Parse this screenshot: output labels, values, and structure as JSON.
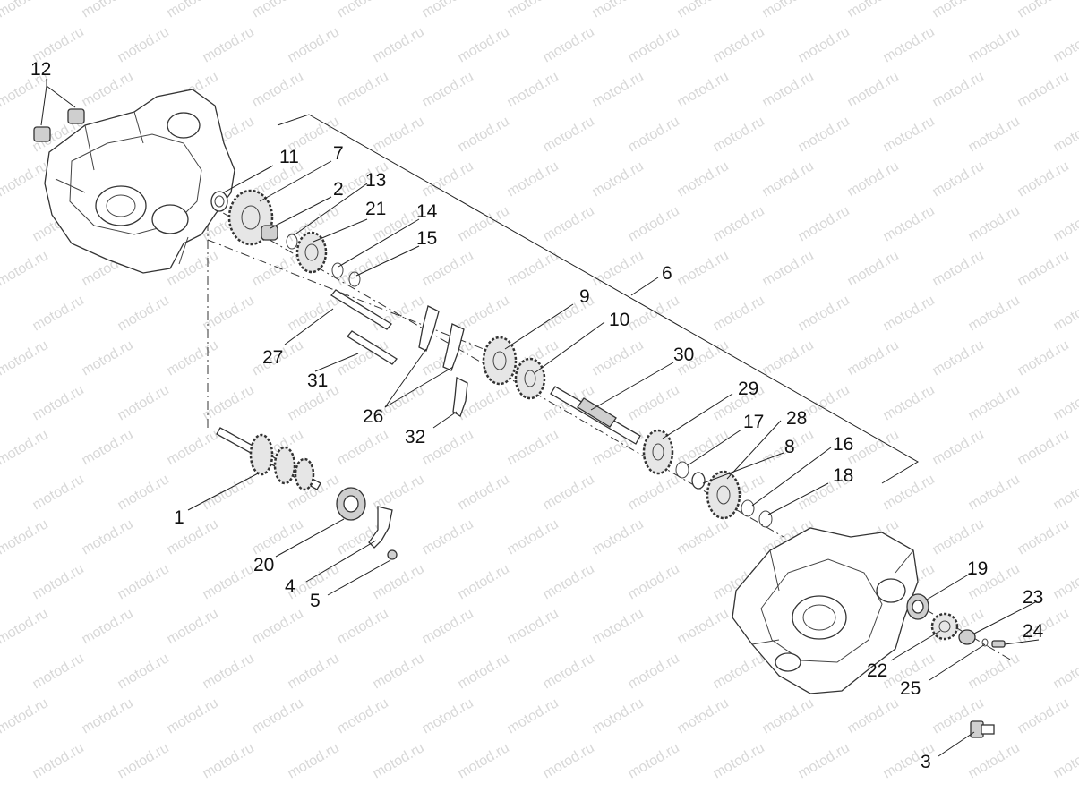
{
  "watermark": "motod.ru",
  "callouts": [
    {
      "id": "12",
      "text": "12"
    },
    {
      "id": "11",
      "text": "11"
    },
    {
      "id": "7",
      "text": "7"
    },
    {
      "id": "2",
      "text": "2"
    },
    {
      "id": "13",
      "text": "13"
    },
    {
      "id": "21",
      "text": "21"
    },
    {
      "id": "14",
      "text": "14"
    },
    {
      "id": "15",
      "text": "15"
    },
    {
      "id": "6",
      "text": "6"
    },
    {
      "id": "9",
      "text": "9"
    },
    {
      "id": "10",
      "text": "10"
    },
    {
      "id": "30",
      "text": "30"
    },
    {
      "id": "27",
      "text": "27"
    },
    {
      "id": "31",
      "text": "31"
    },
    {
      "id": "26",
      "text": "26"
    },
    {
      "id": "32",
      "text": "32"
    },
    {
      "id": "29",
      "text": "29"
    },
    {
      "id": "17",
      "text": "17"
    },
    {
      "id": "28",
      "text": "28"
    },
    {
      "id": "8",
      "text": "8"
    },
    {
      "id": "16",
      "text": "16"
    },
    {
      "id": "18",
      "text": "18"
    },
    {
      "id": "1",
      "text": "1"
    },
    {
      "id": "20",
      "text": "20"
    },
    {
      "id": "4",
      "text": "4"
    },
    {
      "id": "5",
      "text": "5"
    },
    {
      "id": "19",
      "text": "19"
    },
    {
      "id": "23",
      "text": "23"
    },
    {
      "id": "24",
      "text": "24"
    },
    {
      "id": "22",
      "text": "22"
    },
    {
      "id": "25",
      "text": "25"
    },
    {
      "id": "3",
      "text": "3"
    }
  ]
}
